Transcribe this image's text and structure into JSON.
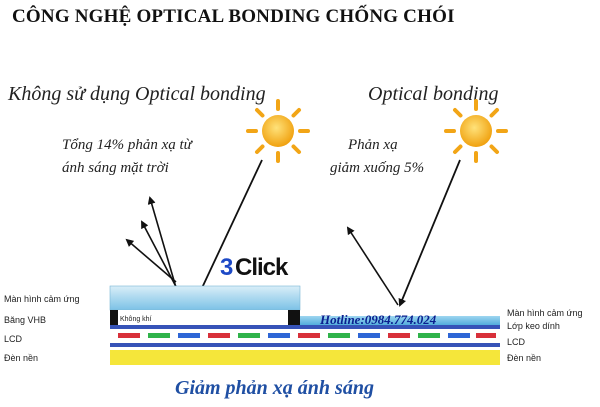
{
  "title": "CÔNG NGHỆ OPTICAL BONDING CHỐNG CHÓI",
  "left_panel": {
    "heading": "Không sử dụng Optical bonding",
    "note_line1": "Tổng 14% phản xạ từ",
    "note_line2": "ánh sáng mặt trời"
  },
  "right_panel": {
    "heading": "Optical bonding",
    "note_line1": "Phản xạ",
    "note_line2": "giảm xuống 5%"
  },
  "logo": {
    "digit": "3",
    "text": "Click"
  },
  "layers_left": {
    "touch": "Màn hình cảm ứng",
    "vhb": "Băng VHB",
    "air_gap": "Không khí",
    "lcd": "LCD",
    "backlight": "Đèn nền"
  },
  "layers_right": {
    "touch": "Màn hình cảm ứng",
    "adhesive": "Lớp keo dính",
    "lcd": "LCD",
    "backlight": "Đèn nền"
  },
  "hotline": "Hotline:0984.774.024",
  "footer": "Giảm phản xạ ánh sáng",
  "colors": {
    "touch_glass": "#9fd4ee",
    "bonded_layer": "#5ab4e0",
    "lcd_blue": "#3653b8",
    "lcd_white": "#ffffff",
    "pixel_red": "#d8303a",
    "pixel_green": "#2fb34a",
    "pixel_blue": "#2e66d6",
    "backlight": "#f5e63a",
    "sun_core": "#f6b81a",
    "footer_text": "#1f4fa3"
  }
}
